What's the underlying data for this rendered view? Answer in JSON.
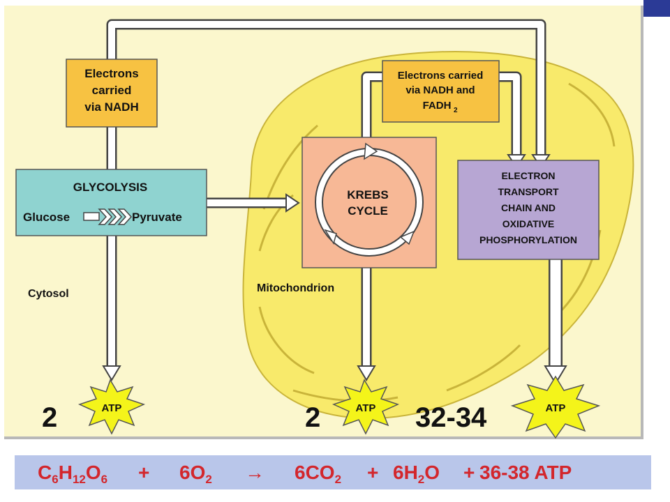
{
  "boxes": {
    "nadh": [
      "Electrons",
      "carried",
      "via NADH"
    ],
    "nadh_fadh": [
      "Electrons carried",
      "via NADH and",
      "FADH",
      "2"
    ],
    "glycolysis_title": "GLYCOLYSIS",
    "glucose": "Glucose",
    "pyruvate": "Pyruvate",
    "krebs": [
      "KREBS",
      "CYCLE"
    ],
    "etc": [
      "ELECTRON",
      "TRANSPORT",
      "CHAIN AND",
      "OXIDATIVE",
      "PHOSPHORYLATION"
    ]
  },
  "regions": {
    "cytosol": "Cytosol",
    "mitochondrion": "Mitochondrion"
  },
  "atp": {
    "label": "ATP",
    "glycolysis_count": "2",
    "krebs_count": "2",
    "etc_count": "32-34"
  },
  "equation": {
    "glucose": {
      "C": "C",
      "c_sub": "6",
      "H": "H",
      "h_sub": "12",
      "O": "O",
      "o_sub": "6"
    },
    "plus1": "+",
    "oxygen": {
      "coef": "6O",
      "sub": "2"
    },
    "arrow": "→",
    "co2": {
      "coef": "6CO",
      "sub": "2"
    },
    "plus2": "+",
    "water": {
      "coef": "6H",
      "sub": "2",
      "O": "O"
    },
    "plus3": "+",
    "total_atp": "36-38 ATP"
  },
  "colors": {
    "panel": "#fbf7cd",
    "mitochondrion": "#f8ea6b",
    "orange_box": "#f7c242",
    "glycolysis_box": "#8fd3d0",
    "krebs_box": "#f7b896",
    "etc_box": "#b7a6d3",
    "atp_star": "#f4f41a",
    "equation_bar": "#b9c6ea",
    "equation_text": "#d3262c",
    "corner_block": "#2b3a96"
  }
}
